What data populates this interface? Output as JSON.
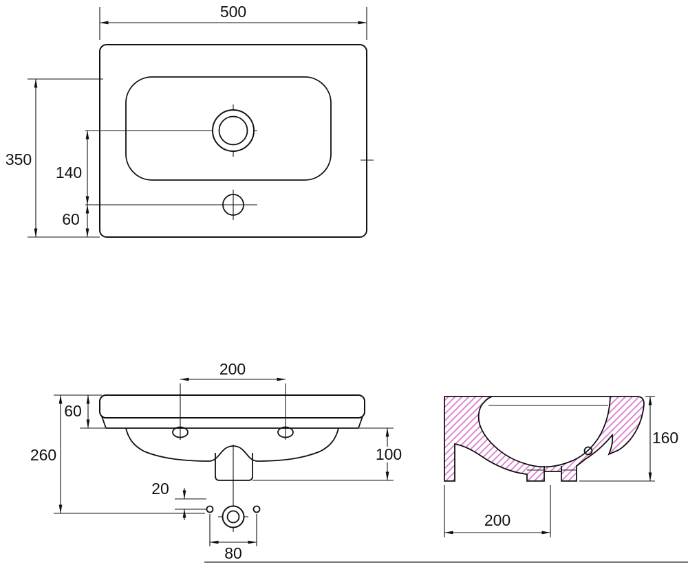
{
  "drawing": {
    "type": "technical-drawing",
    "subject": "washbasin dimensional drawing with three orthographic views",
    "colors": {
      "line": "#111111",
      "hatch": "#d874cc",
      "background": "#ffffff"
    },
    "views": {
      "top": {
        "name": "top-view-plan",
        "dims": {
          "overall_width": "500",
          "overall_depth": "350",
          "drain_to_taphole": "140",
          "taphole_to_front_edge": "60"
        }
      },
      "front": {
        "name": "front-view-elevation",
        "dims": {
          "fixing_hole_spacing": "200",
          "rim_height": "60",
          "overall_height": "260",
          "body_depth_below_rim": "100",
          "outlet_offset": "20",
          "outlet_hole_spacing": "80"
        }
      },
      "side": {
        "name": "side-section-view",
        "dims": {
          "overall_height": "160",
          "wall_to_drain": "200"
        }
      }
    }
  }
}
